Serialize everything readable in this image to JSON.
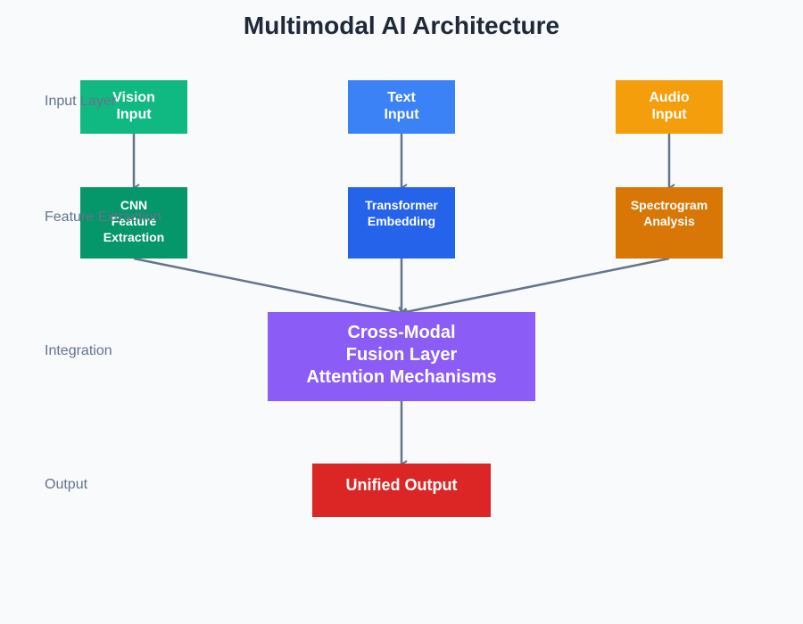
{
  "title": "Multimodal AI Architecture",
  "layers": {
    "input": "Input Layer",
    "feature": "Feature Extraction",
    "integration": "Integration",
    "output": "Output"
  },
  "nodes": {
    "vision_input": {
      "lines": [
        "Vision",
        "Input"
      ],
      "color": "#10b981"
    },
    "text_input": {
      "lines": [
        "Text",
        "Input"
      ],
      "color": "#3b82f6"
    },
    "audio_input": {
      "lines": [
        "Audio",
        "Input"
      ],
      "color": "#f59e0b"
    },
    "cnn": {
      "lines": [
        "CNN",
        "Feature",
        "Extraction"
      ],
      "color": "#059669"
    },
    "transformer": {
      "lines": [
        "Transformer",
        "Embedding"
      ],
      "color": "#2563eb"
    },
    "spectrogram": {
      "lines": [
        "Spectrogram",
        "Analysis"
      ],
      "color": "#d97706"
    },
    "fusion": {
      "lines": [
        "Cross-Modal",
        "Fusion Layer",
        "Attention Mechanisms"
      ],
      "color": "#8b5cf6"
    },
    "output": {
      "lines": [
        "Unified Output"
      ],
      "color": "#dc2626"
    }
  },
  "edge_color": "#64748b"
}
